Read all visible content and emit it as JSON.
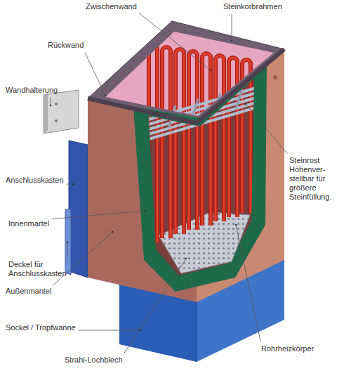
{
  "diagram": {
    "labels": [
      "Zwischenwand",
      "Steinkorbrahmen",
      "Rückwand",
      "Wandhalterung",
      "Anschlusskasten",
      "Innenmartel",
      "Deckel für Anschlusskasten",
      "Außenmantel",
      "Sockel / Tropfwanne",
      "Strahl-Lochblech",
      "Rohrheizkörper",
      "Steinrost Höhenver- stellbar für größere Steinfüllung."
    ]
  }
}
